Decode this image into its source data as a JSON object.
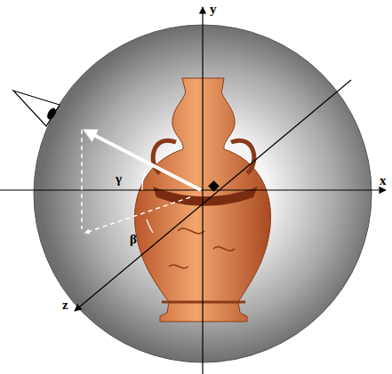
{
  "diagram": {
    "labels": [
      "y",
      "x",
      "z",
      "γ",
      "β"
    ]
  }
}
